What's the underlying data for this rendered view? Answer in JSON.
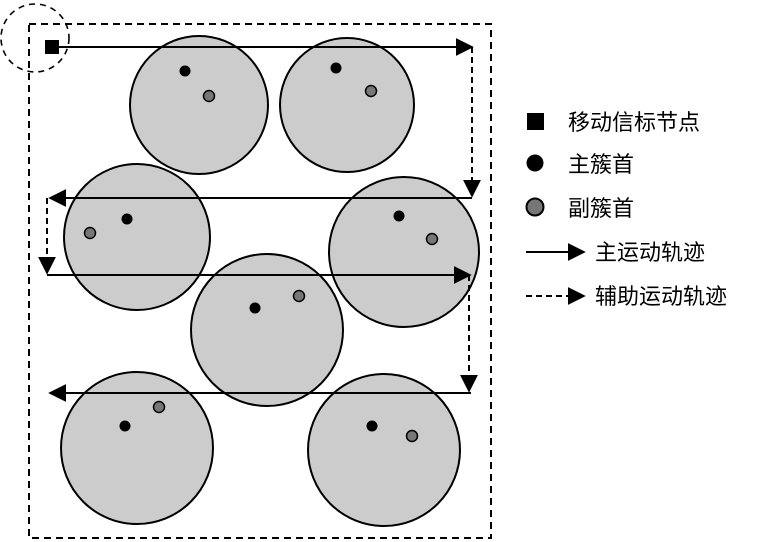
{
  "legend": {
    "mobile_beacon": "移动信标节点",
    "primary_head": "主簇首",
    "secondary_head": "副簇首",
    "main_path": "主运动轨迹",
    "aux_path": "辅助运动轨迹"
  },
  "colors": {
    "cluster_fill": "#cccccc",
    "primary_head": "#000000",
    "secondary_head": "#777777",
    "line": "#000000"
  },
  "clusters": [
    {
      "id": "cluster-1"
    },
    {
      "id": "cluster-2"
    },
    {
      "id": "cluster-3"
    },
    {
      "id": "cluster-4"
    },
    {
      "id": "cluster-5"
    },
    {
      "id": "cluster-6"
    },
    {
      "id": "cluster-7"
    }
  ]
}
